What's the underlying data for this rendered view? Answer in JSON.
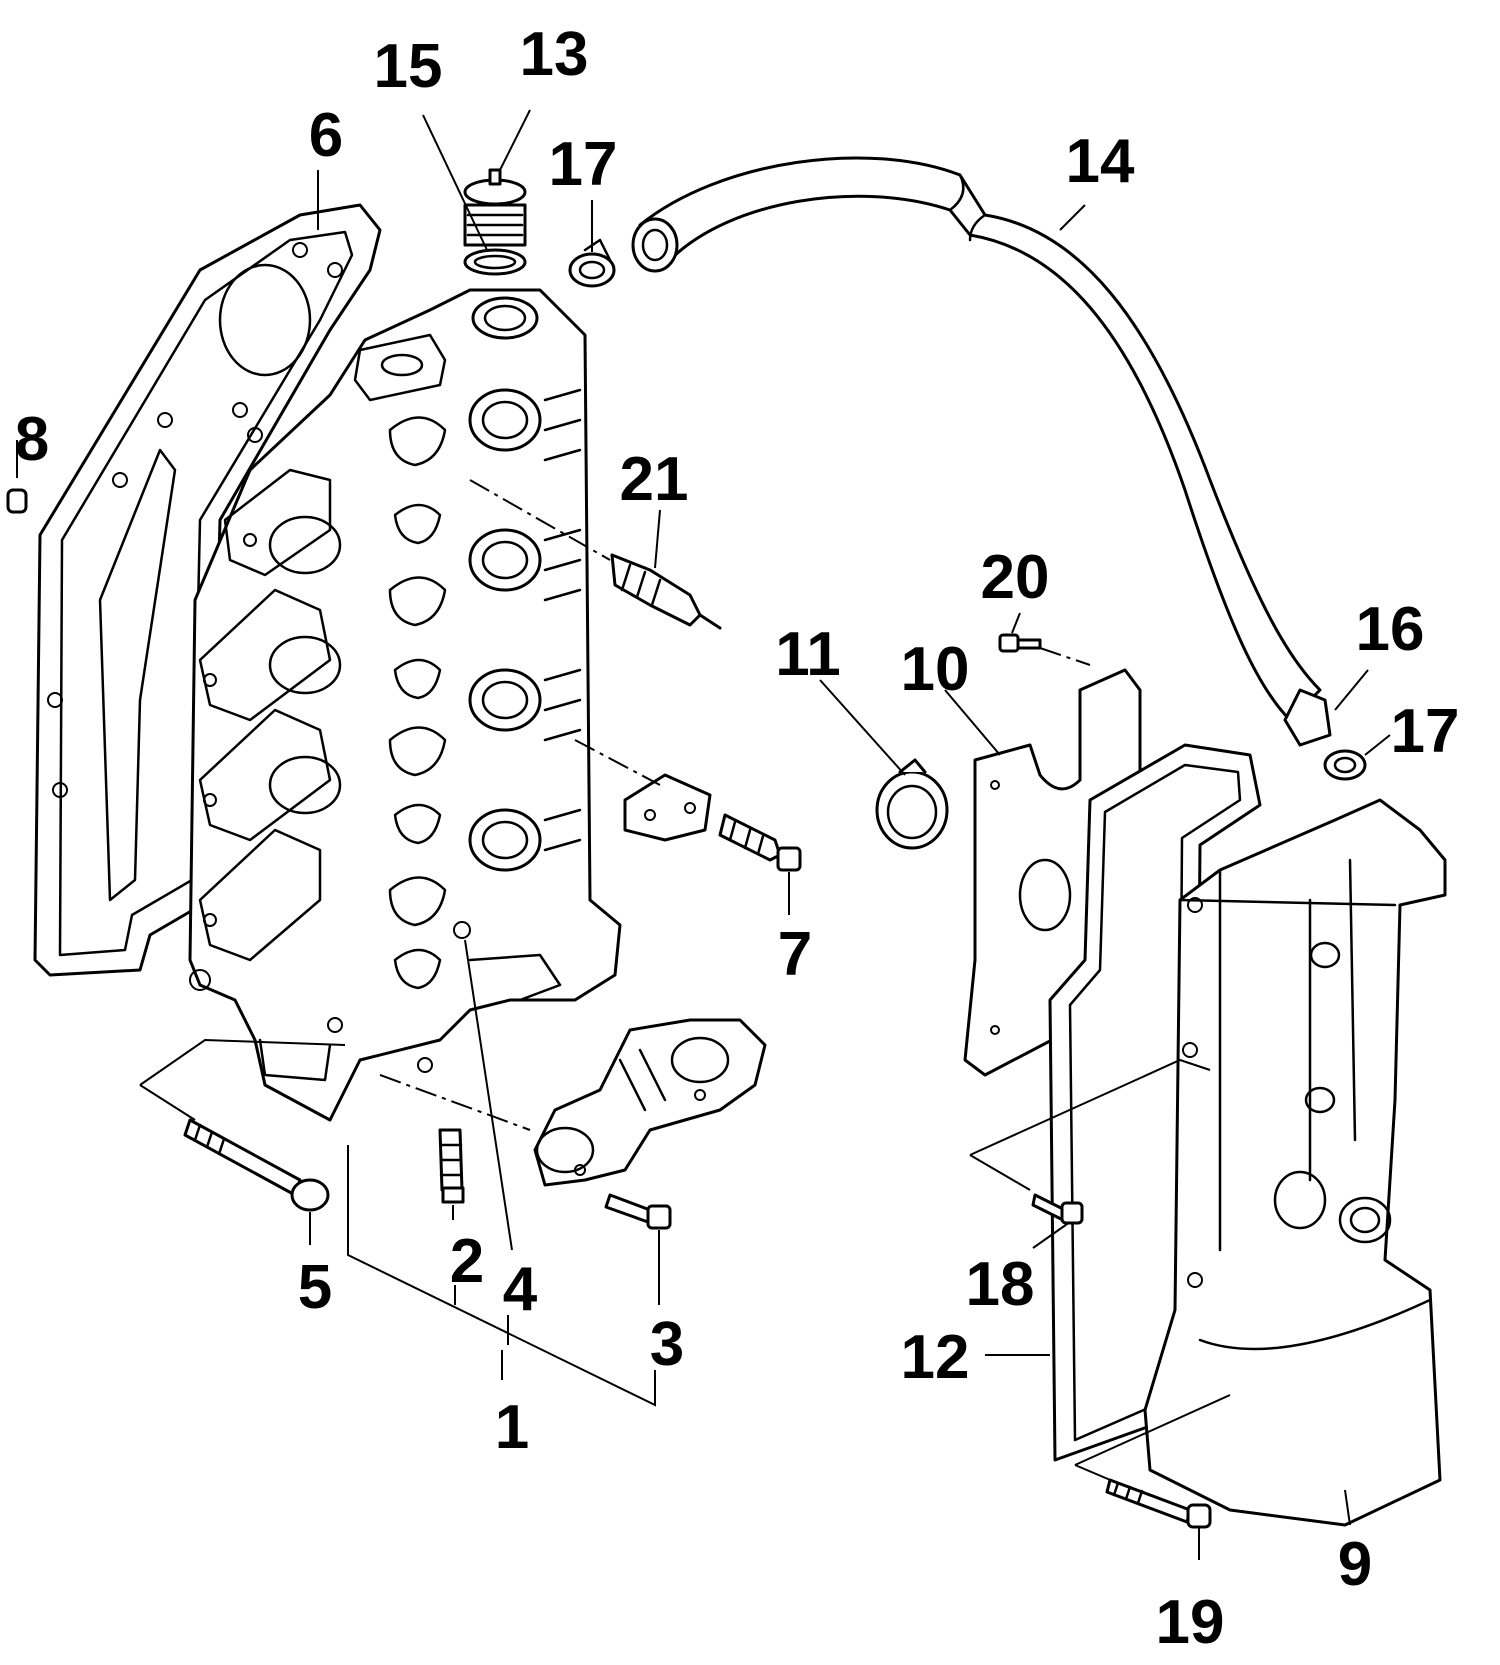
{
  "callouts": [
    {
      "id": "1",
      "text": "1"
    },
    {
      "id": "2",
      "text": "2"
    },
    {
      "id": "3",
      "text": "3"
    },
    {
      "id": "4",
      "text": "4"
    },
    {
      "id": "5",
      "text": "5"
    },
    {
      "id": "6",
      "text": "6"
    },
    {
      "id": "7",
      "text": "7"
    },
    {
      "id": "8",
      "text": "8"
    },
    {
      "id": "9",
      "text": "9"
    },
    {
      "id": "10",
      "text": "10"
    },
    {
      "id": "11",
      "text": "11"
    },
    {
      "id": "12",
      "text": "12"
    },
    {
      "id": "13",
      "text": "13"
    },
    {
      "id": "14",
      "text": "14"
    },
    {
      "id": "15",
      "text": "15"
    },
    {
      "id": "16",
      "text": "16"
    },
    {
      "id": "17a",
      "text": "17"
    },
    {
      "id": "17b",
      "text": "17"
    },
    {
      "id": "18",
      "text": "18"
    },
    {
      "id": "19",
      "text": "19"
    },
    {
      "id": "20",
      "text": "20"
    },
    {
      "id": "21",
      "text": "21"
    }
  ]
}
